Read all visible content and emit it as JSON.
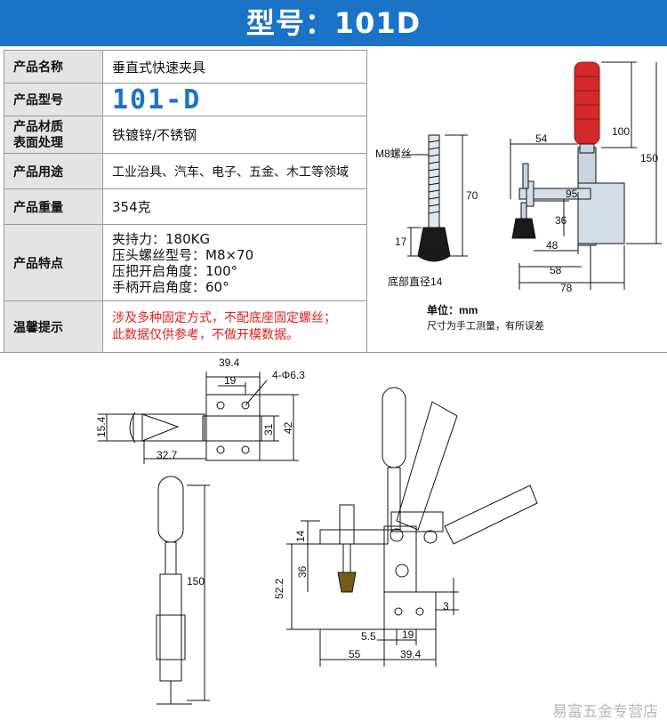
{
  "banner": {
    "title": "型号：101D"
  },
  "specs": {
    "name_label": "产品名称",
    "name_value": "垂直式快速夹具",
    "model_label": "产品型号",
    "model_value": "101-D",
    "material_label_1": "产品材质",
    "material_label_2": "表面处理",
    "material_value": "铁镀锌/不锈钢",
    "use_label": "产品用途",
    "use_value": "工业治具、汽车、电子、五金、木工等领域",
    "weight_label": "产品重量",
    "weight_value": "354克",
    "features_label": "产品特点",
    "features": [
      "夹持力：180KG",
      "压头螺丝型号：M8×70",
      "压把开启角度：100°",
      "手柄开启角度：60°"
    ],
    "tips_label": "温馨提示",
    "tips": [
      "涉及多种固定方式，不配底座固定螺丝；",
      "此数据仅供参考，不做开模数据。"
    ]
  },
  "drawing_top": {
    "screw_label": "M8螺丝",
    "dim_70": "70",
    "dim_17": "17",
    "base_dia": "底部直径14",
    "dim_54": "54",
    "dim_100": "100",
    "dim_150": "150",
    "dim_95": "95",
    "dim_36": "36",
    "dim_48": "48",
    "dim_58": "58",
    "dim_78": "78",
    "unit": "单位：mm",
    "note": "尺寸为手工测量，有所误差"
  },
  "drawing_bottom": {
    "dim_39_4_top": "39.4",
    "dim_19_top": "19",
    "hole": "4-Φ6.3",
    "dim_15_4": "15.4",
    "dim_31": "31",
    "dim_42": "42",
    "dim_32_7": "32.7",
    "dim_150": "150",
    "dim_14": "14",
    "dim_36": "36",
    "dim_52_2": "52.2",
    "dim_3": "3",
    "dim_5_5": "5.5",
    "dim_19": "19",
    "dim_55": "55",
    "dim_39_4": "39.4"
  },
  "watermark": "易富五金专营店",
  "colors": {
    "banner": "#1a73c7",
    "model": "#1a73c7",
    "warning": "#e0201c",
    "handle": "#d42a2a",
    "label_bg": "#e4e4e4"
  }
}
